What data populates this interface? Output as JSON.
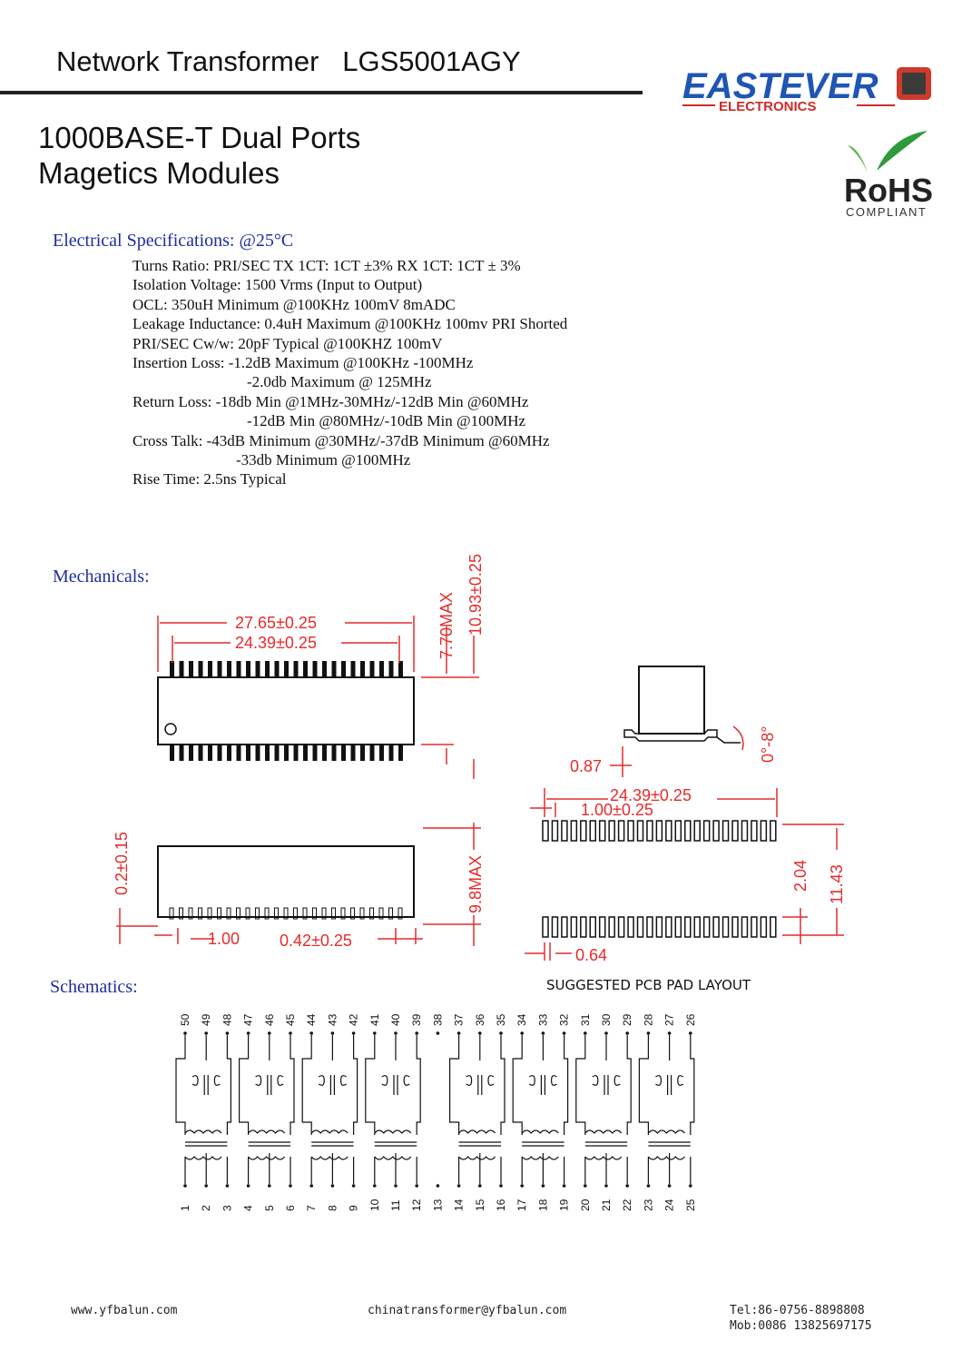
{
  "header": {
    "title": "Network Transformer   LGS5001AGY",
    "subtitle_line1": "1000BASE-T Dual Ports",
    "subtitle_line2": "Magetics Modules",
    "logo_brand": "EASTEVER",
    "logo_sub": "ELECTRONICS",
    "rohs_text": "RoHS",
    "rohs_sub": "COMPLIANT"
  },
  "electrical": {
    "heading": "Electrical Specifications: @25°C",
    "lines": [
      "Turns Ratio: PRI/SEC TX 1CT: 1CT ±3% RX 1CT: 1CT ± 3%",
      "Isolation Voltage: 1500 Vrms (Input to Output)",
      "OCL: 350uH Minimum @100KHz 100mV 8mADC",
      "Leakage Inductance: 0.4uH Maximum @100KHz 100mv PRI Shorted",
      "PRI/SEC Cw/w: 20pF Typical @100KHZ 100mV",
      "Insertion Loss: -1.2dB Maximum @100KHz -100MHz",
      "-2.0db Maximum @ 125MHz",
      "Return Loss: -18db Min @1MHz-30MHz/-12dB Min @60MHz",
      "-12dB Min @80MHz/-10dB Min @100MHz",
      "Cross Talk: -43dB Minimum @30MHz/-37dB Minimum @60MHz",
      "-33db Minimum @100MHz",
      "Rise Time: 2.5ns Typical"
    ]
  },
  "mechanicals": {
    "heading": "Mechanicals:",
    "dims": {
      "overall_length": "27.65±0.25",
      "pin_span": "24.39±0.25",
      "height_max": "7.70MAX",
      "width": "10.93±0.25",
      "lead_length": "0.87",
      "lead_angle": "0°-8°",
      "standoff": "0.2±0.15",
      "pitch": "1.00",
      "lead_width": "0.42±0.25",
      "body_max": "9.8MAX",
      "pcb_span": "24.39±0.25",
      "pcb_pitch": "1.00±0.25",
      "pad_length": "2.04",
      "pad_row_span": "11.43",
      "pad_width": "0.64"
    },
    "pcb_caption": "SUGGESTED  PCB  PAD  LAYOUT"
  },
  "schematics": {
    "heading": "Schematics:",
    "top_pins": [
      "50",
      "49",
      "48",
      "47",
      "46",
      "45",
      "44",
      "43",
      "42",
      "41",
      "40",
      "39",
      "38",
      "37",
      "36",
      "35",
      "34",
      "33",
      "32",
      "31",
      "30",
      "29",
      "28",
      "27",
      "26"
    ],
    "bottom_pins": [
      "1",
      "2",
      "3",
      "4",
      "5",
      "6",
      "7",
      "8",
      "9",
      "10",
      "11",
      "12",
      "13",
      "14",
      "15",
      "16",
      "17",
      "18",
      "19",
      "20",
      "21",
      "22",
      "23",
      "24",
      "25"
    ]
  },
  "footer": {
    "website": "www.yfbalun.com",
    "email": "chinatransformer@yfbalun.com",
    "tel": "Tel:86-0756-8898808",
    "mob": "Mob:0086 13825697175"
  },
  "colors": {
    "heading_blue": "#1e2d9b",
    "dimension_red": "#e32c2c",
    "logo_blue": "#1f56b3",
    "rohs_green": "#2e9a3e"
  }
}
